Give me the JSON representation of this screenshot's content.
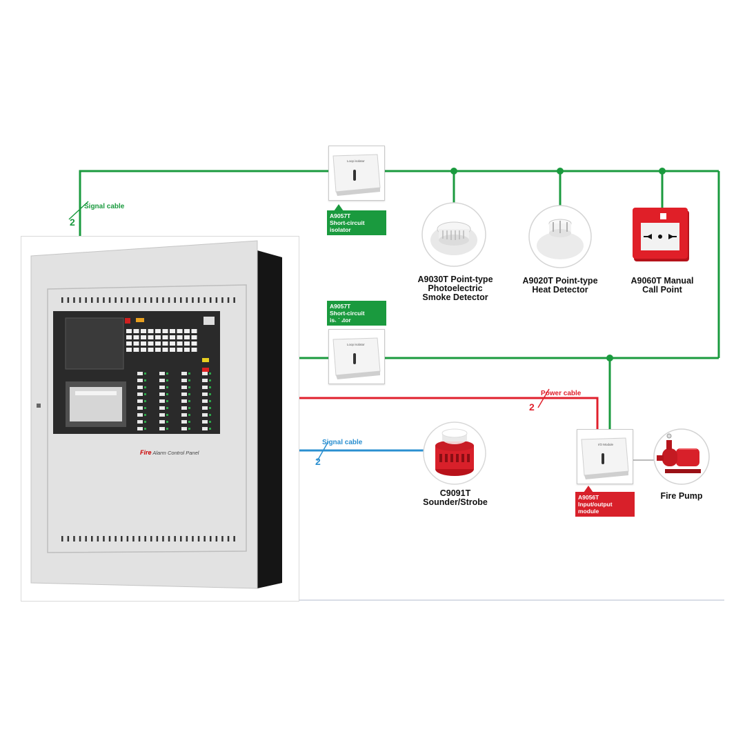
{
  "colors": {
    "signal_loop": "#1a9a3e",
    "power_cable": "#e0202c",
    "sounder_cable": "#2a8fd0",
    "panel_body": "#dcdcdc",
    "tag_green": "#1a9a3e",
    "tag_red": "#d8202a"
  },
  "cables": {
    "signal_top": {
      "label": "Signal cable",
      "count": "2"
    },
    "power": {
      "label": "Power cable",
      "count": "2"
    },
    "signal_blue": {
      "label": "Signal cable",
      "count": "2"
    }
  },
  "isolator_top": {
    "tag": "A9057T\nShort-circuit isolator",
    "face_text": "Loop isolator"
  },
  "isolator_mid": {
    "tag": "A9057T\nShort-circuit isolator",
    "face_text": "Loop isolator"
  },
  "smoke_detector": {
    "label": "A9030T Point-type\nPhotoelectric\nSmoke Detector",
    "icon": "smoke-detector-icon"
  },
  "heat_detector": {
    "label": "A9020T Point-type\nHeat Detector",
    "icon": "heat-detector-icon"
  },
  "call_point": {
    "label": "A9060T Manual\nCall Point",
    "icon": "manual-call-point-icon"
  },
  "sounder": {
    "label": "C9091T\nSounder/Strobe",
    "icon": "sounder-strobe-icon"
  },
  "io_module": {
    "tag": "A9056T\nInput/output module",
    "face_text": "I/O Module"
  },
  "fire_pump": {
    "label": "Fire Pump",
    "icon": "fire-pump-icon"
  },
  "panel": {
    "brand_word": "Fire",
    "brand_rest": "Alarm Control Panel"
  }
}
